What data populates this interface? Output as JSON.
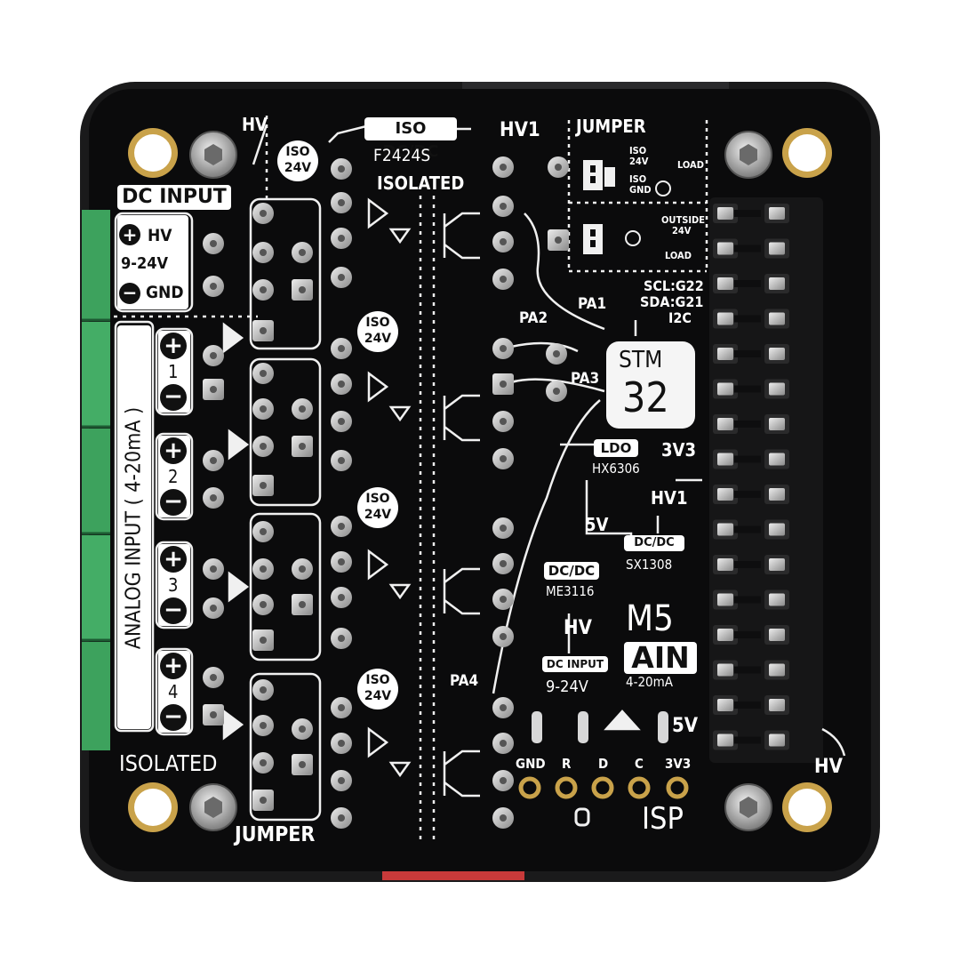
{
  "board": {
    "colors": {
      "pcb": "#0b0b0c",
      "case": "#151516",
      "silkscreen": "#f2f2f2",
      "terminal_green": "#3faa62",
      "gold_pad": "#c9a24a",
      "screw": "#b9b9b9",
      "accent_red": "#d03a3a"
    },
    "labels": {
      "hv_top": "HV",
      "iso_dcdc_title": "ISO DC/DC",
      "iso_dcdc_part": "F2424S",
      "hv1_top": "HV1",
      "isolated_top": "ISOLATED",
      "jumper_top": "JUMPER",
      "iso_24v_a": "ISO",
      "iso_24v_b": "24V",
      "iso_gnd_a": "ISO",
      "iso_gnd_b": "GND",
      "load": "LOAD",
      "outside_a": "OUTSIDE",
      "outside_b": "24V",
      "dc_input": "DC INPUT",
      "hv_term": "HV",
      "volt_range": "9-24V",
      "gnd_term": "GND",
      "analog_input": "ANALOG INPUT ( 4-20mA )",
      "channel_1": "1",
      "channel_2": "2",
      "channel_3": "3",
      "channel_4": "4",
      "isolated_bottom": "ISOLATED",
      "jumper_bottom": "JUMPER",
      "scl": "SCL:G22",
      "sda": "SDA:G21",
      "i2c": "I2C",
      "pa1": "PA1",
      "pa2": "PA2",
      "pa3": "PA3",
      "pa4": "PA4",
      "stm_a": "STM",
      "stm_b": "32",
      "ldo_title": "LDO",
      "ldo_part": "HX6306",
      "v3v3": "3V3",
      "hv1_mid": "HV1",
      "v5_mid": "5V",
      "dcdc_a_title": "DC/DC",
      "dcdc_a_part": "SX1308",
      "dcdc_b_title": "DC/DC",
      "dcdc_b_part": "ME3116",
      "m5": "M5",
      "ain": "AIN",
      "ain_range": "4-20mA",
      "hv_mid": "HV",
      "dc_input_small": "DC INPUT",
      "dc_input_small_range": "9-24V",
      "v5_right": "5V",
      "hv_bottom_right": "HV",
      "isp_gnd": "GND",
      "isp_r": "R",
      "isp_d": "D",
      "isp_c": "C",
      "isp_3v3": "3V3",
      "isp": "ISP"
    }
  }
}
